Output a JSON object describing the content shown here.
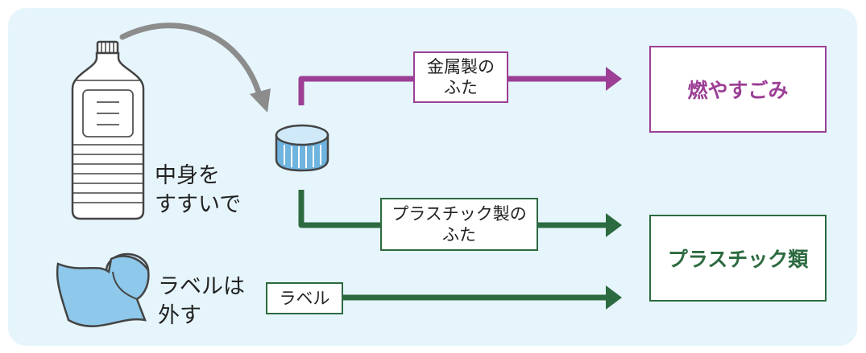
{
  "colors": {
    "background_panel": "#e6f5fc",
    "metal_path": "#9c3f95",
    "plastic_path": "#2c6a3f",
    "curve_arrow": "#8c8c8c",
    "bottle_outline": "#444444",
    "cap_blue": "#6fb3df",
    "label_blue": "#8ec8ea"
  },
  "icons": {
    "bottle": "pet-bottle-icon",
    "cap": "bottle-cap-icon",
    "label": "peeled-label-icon",
    "curve": "curved-arrow-icon"
  },
  "steps": {
    "empty_bottle": "中身を\nすすいで",
    "remove_label": "ラベルは\n外す"
  },
  "labels": {
    "metal_cap": "金属製の\nふた",
    "plastic_cap": "プラスチック製の\nふた",
    "label": "ラベル"
  },
  "destinations": {
    "burnable": "燃やすごみ",
    "plastic": "プラスチック類"
  }
}
